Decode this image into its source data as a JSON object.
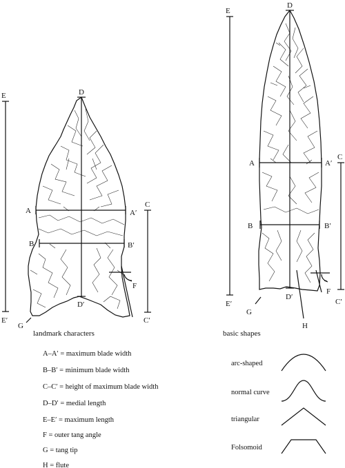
{
  "left_point": {
    "labels": {
      "A": "A",
      "A2": "A′",
      "B": "B",
      "B2": "B′",
      "C": "C",
      "C2": "C′",
      "D": "D",
      "D2": "D′",
      "E": "E",
      "E2": "E′",
      "F": "F",
      "G": "G"
    }
  },
  "right_point": {
    "labels": {
      "A": "A",
      "A2": "A′",
      "B": "B",
      "B2": "B′",
      "C": "C",
      "C2": "C′",
      "D": "D",
      "D2": "D′",
      "E": "E",
      "E2": "E′",
      "F": "F",
      "G": "G",
      "H": "H"
    }
  },
  "landmarks": {
    "heading": "landmark characters",
    "items": [
      "A–A′ = maximum blade width",
      "B–B′ = minimum blade width",
      "C–C′ = height of maximum blade width",
      "D–D′ = medial length",
      "E–E′ = maximum length",
      "F = outer tang angle",
      "G = tang tip",
      "H = flute"
    ]
  },
  "shapes": {
    "heading": "basic shapes",
    "items": [
      "arc-shaped",
      "normal curve",
      "triangular",
      "Folsomoid"
    ]
  }
}
